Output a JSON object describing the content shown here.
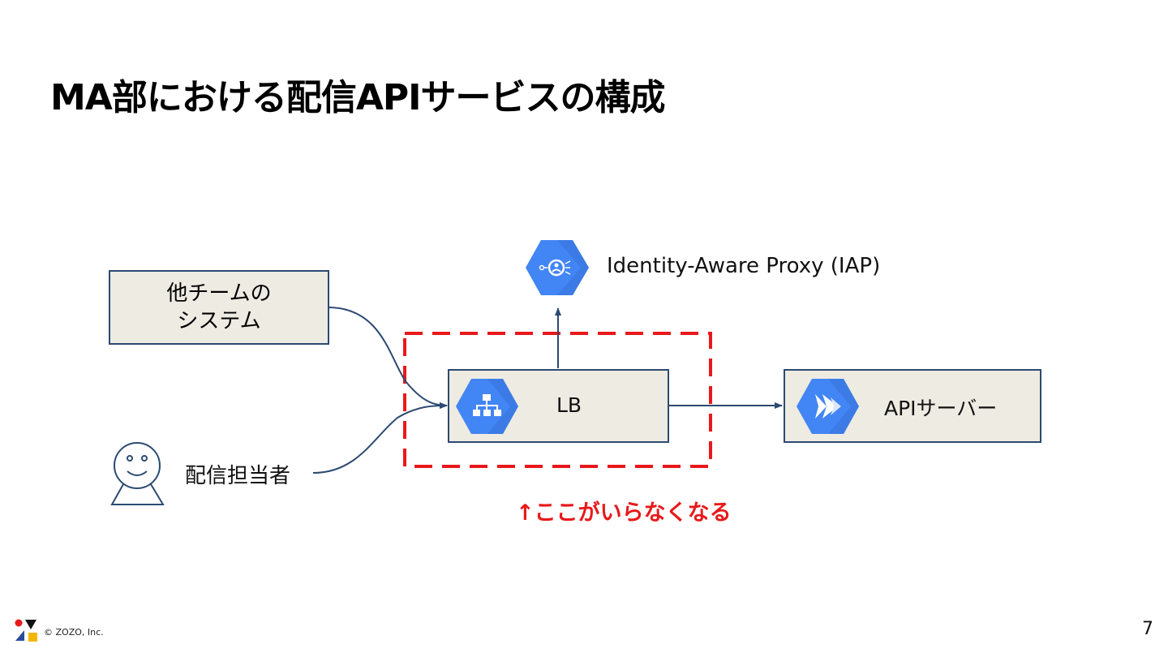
{
  "slide": {
    "title": "MA部における配信APIサービスの構成",
    "page_number": "7",
    "copyright": "© ZOZO, Inc."
  },
  "diagram": {
    "other_system": {
      "line1": "他チームの",
      "line2": "システム"
    },
    "operator_label": "配信担当者",
    "lb_label": "LB",
    "iap_label": "Identity-Aware Proxy (IAP)",
    "api_server_label": "APIサーバー",
    "removal_note": "↑ここがいらなくなる"
  },
  "colors": {
    "box_fill": "#edebe2",
    "box_border": "#2c4a72",
    "gcp_blue": "#4285f4",
    "dashed_red": "#e8191b"
  },
  "icons": {
    "lb": "load-balancing-icon",
    "iap": "identity-aware-proxy-icon",
    "api": "endpoints-icon",
    "person": "person-icon",
    "logo": "zozo-logo"
  }
}
